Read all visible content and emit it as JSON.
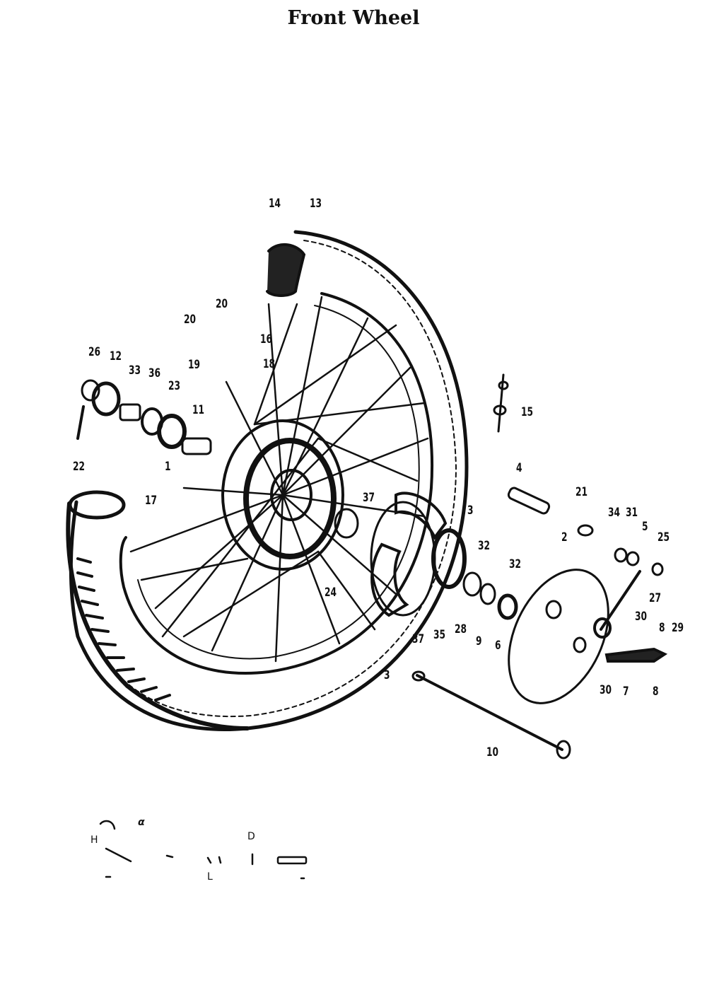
{
  "title": "Front Wheel",
  "callouts": [
    {
      "id": "c14",
      "label": "14"
    },
    {
      "id": "c13",
      "label": "13"
    },
    {
      "id": "c20a",
      "label": "20"
    },
    {
      "id": "c20b",
      "label": "20"
    },
    {
      "id": "c16",
      "label": "16"
    },
    {
      "id": "c18",
      "label": "18"
    },
    {
      "id": "c19",
      "label": "19"
    },
    {
      "id": "c26",
      "label": "26"
    },
    {
      "id": "c12",
      "label": "12"
    },
    {
      "id": "c33",
      "label": "33"
    },
    {
      "id": "c36",
      "label": "36"
    },
    {
      "id": "c23",
      "label": "23"
    },
    {
      "id": "c11",
      "label": "11"
    },
    {
      "id": "c22",
      "label": "22"
    },
    {
      "id": "c1",
      "label": "1"
    },
    {
      "id": "c17",
      "label": "17"
    },
    {
      "id": "c15",
      "label": "15"
    },
    {
      "id": "c4",
      "label": "4"
    },
    {
      "id": "c21",
      "label": "21"
    },
    {
      "id": "c37a",
      "label": "37"
    },
    {
      "id": "c3a",
      "label": "3"
    },
    {
      "id": "c2",
      "label": "2"
    },
    {
      "id": "c34",
      "label": "34"
    },
    {
      "id": "c31",
      "label": "31"
    },
    {
      "id": "c5",
      "label": "5"
    },
    {
      "id": "c25",
      "label": "25"
    },
    {
      "id": "c32a",
      "label": "32"
    },
    {
      "id": "c32b",
      "label": "32"
    },
    {
      "id": "c24",
      "label": "24"
    },
    {
      "id": "c27",
      "label": "27"
    },
    {
      "id": "c30a",
      "label": "30"
    },
    {
      "id": "c8a",
      "label": "8"
    },
    {
      "id": "c29",
      "label": "29"
    },
    {
      "id": "c37b",
      "label": "37"
    },
    {
      "id": "c35",
      "label": "35"
    },
    {
      "id": "c28",
      "label": "28"
    },
    {
      "id": "c9",
      "label": "9"
    },
    {
      "id": "c6",
      "label": "6"
    },
    {
      "id": "c3b",
      "label": "3"
    },
    {
      "id": "c30b",
      "label": "30"
    },
    {
      "id": "c7",
      "label": "7"
    },
    {
      "id": "c8b",
      "label": "8"
    },
    {
      "id": "c10",
      "label": "10"
    }
  ],
  "legend": {
    "h": "H",
    "d": "D",
    "l": "L",
    "alpha": "α"
  }
}
